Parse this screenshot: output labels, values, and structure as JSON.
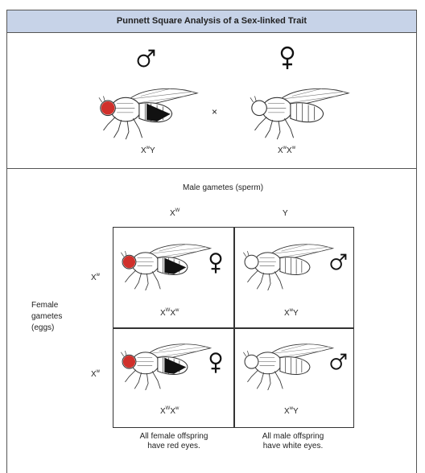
{
  "title": "Punnett Square Analysis of a Sex-linked Trait",
  "parents": {
    "male_genotype": {
      "base1": "X",
      "sup1": "w",
      "base2": "Y",
      "sup2": ""
    },
    "female_genotype": {
      "base1": "X",
      "sup1": "w",
      "base2": "X",
      "sup2": "w"
    },
    "cross_symbol": "×"
  },
  "punnett": {
    "male_gametes_label": "Male gametes (sperm)",
    "male_gamete_1": {
      "base": "X",
      "sup": "W"
    },
    "male_gamete_2": {
      "base": "Y",
      "sup": ""
    },
    "female_gametes_label": [
      "Female",
      "gametes",
      "(eggs)"
    ],
    "female_gamete_1": {
      "base": "X",
      "sup": "w"
    },
    "female_gamete_2": {
      "base": "X",
      "sup": "w"
    },
    "cells": [
      {
        "base1": "X",
        "sup1": "W",
        "base2": "X",
        "sup2": "w",
        "sex": "female",
        "eye": "red"
      },
      {
        "base1": "X",
        "sup1": "w",
        "base2": "Y",
        "sup2": "",
        "sex": "male",
        "eye": "white"
      },
      {
        "base1": "X",
        "sup1": "W",
        "base2": "X",
        "sup2": "w",
        "sex": "female",
        "eye": "red"
      },
      {
        "base1": "X",
        "sup1": "w",
        "base2": "Y",
        "sup2": "",
        "sex": "male",
        "eye": "white"
      }
    ],
    "caption_female": [
      "All female offspring",
      "have red eyes."
    ],
    "caption_male": [
      "All male offspring",
      "have white eyes."
    ]
  },
  "colors": {
    "title_bg": "#c7d3e8",
    "red_eye": "#d0302b",
    "outline": "#333333"
  }
}
